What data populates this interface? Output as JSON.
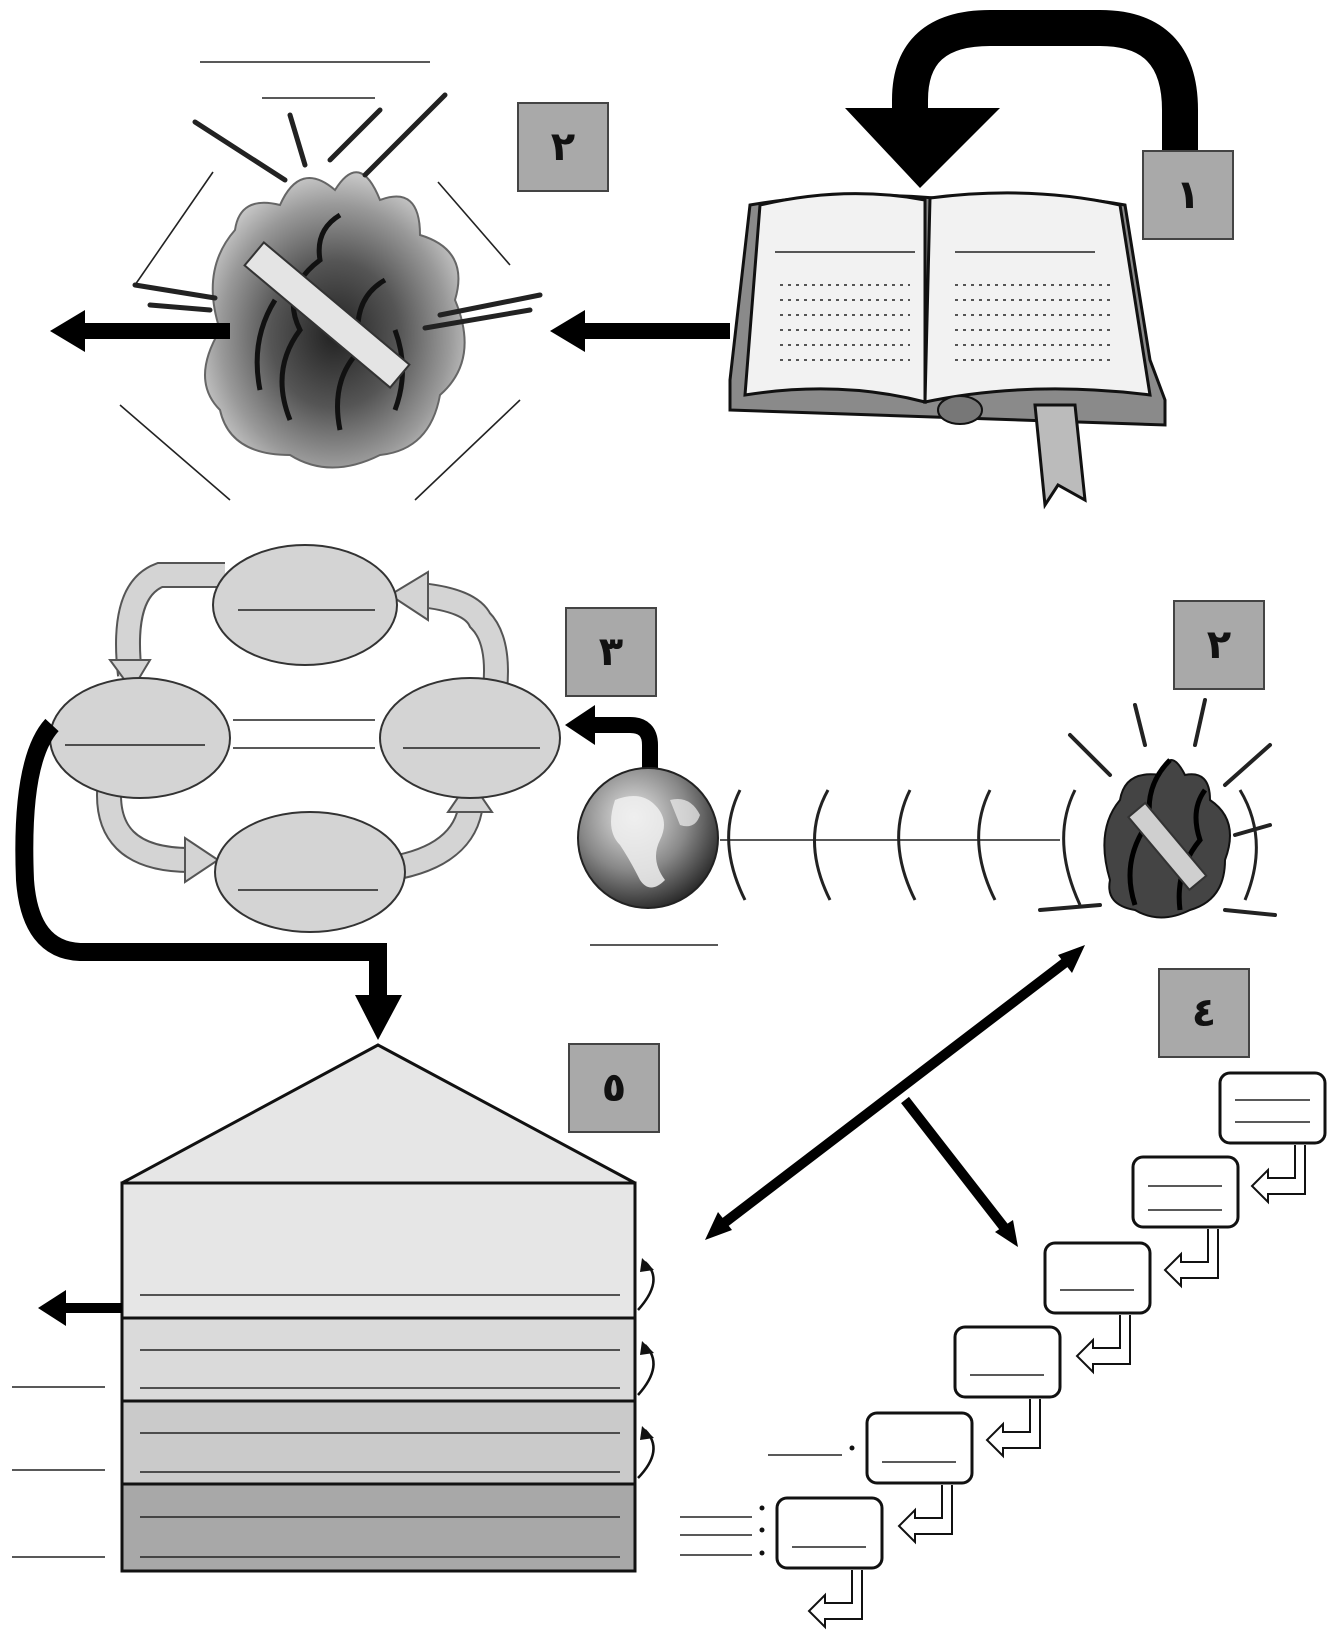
{
  "labels": {
    "box1": "١",
    "box2_top": "٢",
    "box2_mid": "٢",
    "box3": "٣",
    "box4": "٤",
    "box5": "٥"
  },
  "colors": {
    "box_fill": "#a9a9a9",
    "ellipse_fill": "#d4d4d4",
    "arrow_fill": "#000000",
    "pyramid_levels": [
      "#e6e6e6",
      "#dadada",
      "#cacaca",
      "#a8a8a8"
    ]
  },
  "icons": [
    "book-icon",
    "fire-icon",
    "earth-globe-icon",
    "arrow-icon"
  ]
}
